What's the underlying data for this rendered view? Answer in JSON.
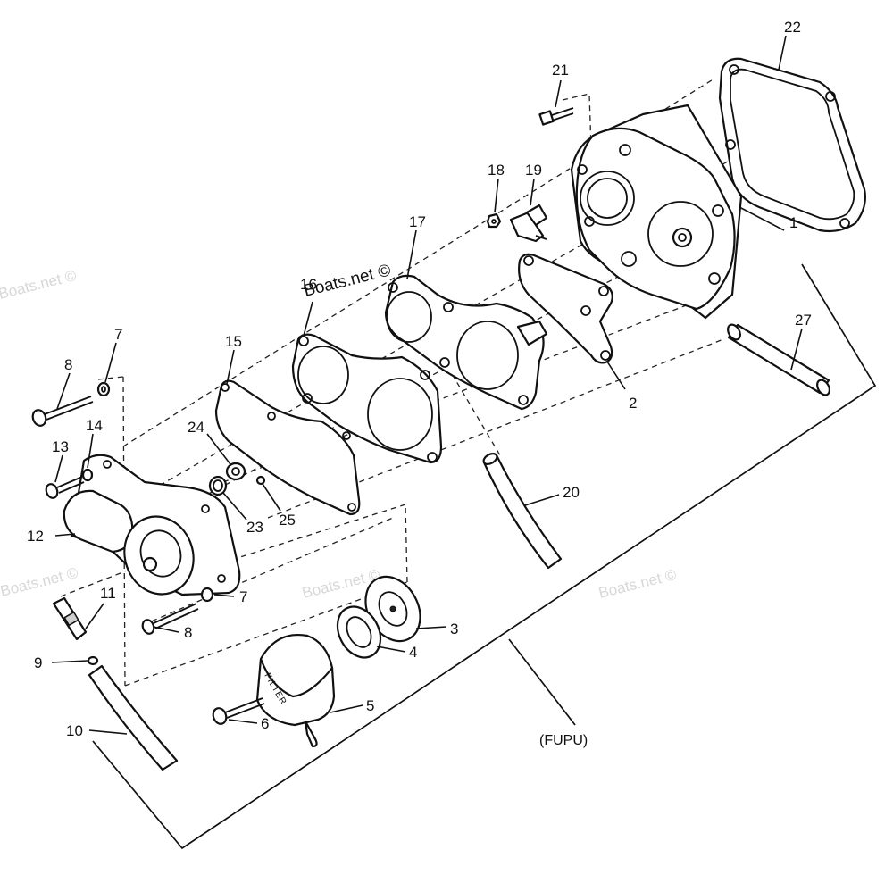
{
  "diagram": {
    "assembly_code": "(FUPU)",
    "watermark": "Boats.net ©",
    "filter_label": "FILTER",
    "callouts": {
      "c1": "1",
      "c2": "2",
      "c3": "3",
      "c4": "4",
      "c5": "5",
      "c6": "6",
      "c7a": "7",
      "c7b": "7",
      "c8a": "8",
      "c8b": "8",
      "c9": "9",
      "c10": "10",
      "c11": "11",
      "c12": "12",
      "c13": "13",
      "c14": "14",
      "c15": "15",
      "c16": "16",
      "c17": "17",
      "c18": "18",
      "c19": "19",
      "c20": "20",
      "c21": "21",
      "c22": "22",
      "c23": "23",
      "c24": "24",
      "c25": "25",
      "c27": "27"
    }
  }
}
